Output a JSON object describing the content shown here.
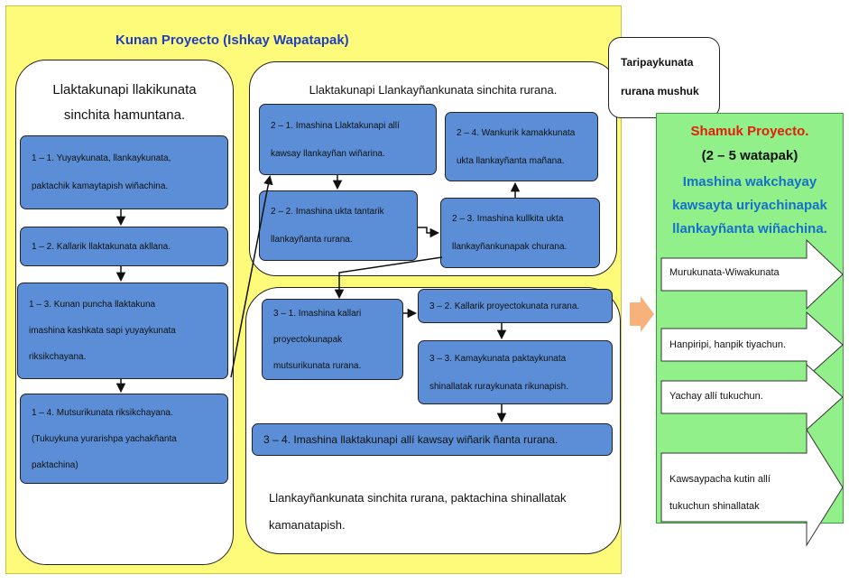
{
  "main_title": "Kunan Proyecto (Ishkay Wapatapak)",
  "left_box": {
    "title_lines": [
      "Llaktakunapi llakikunata",
      "sinchita hamuntana."
    ],
    "steps": [
      {
        "lines": [
          "1 – 1. Yuyaykunata, llankaykunata,",
          "paktachik kamaytapish wiñachina."
        ]
      },
      {
        "lines": [
          "1 – 2. Kallarik llaktakunata akllana."
        ]
      },
      {
        "lines": [
          "1 – 3. Kunan puncha llaktakuna",
          "imashina kashkata sapi yuyaykunata",
          "riksikchayana."
        ]
      },
      {
        "lines": [
          "1 – 4. Mutsurikunata riksikchayana.",
          "(Tukuykuna yurarishpa yachakñanta",
          "paktachina)"
        ]
      }
    ]
  },
  "upper_right_box": {
    "title": "Llaktakunapi Llankayñankunata sinchita rurana.",
    "steps": [
      {
        "lines": [
          "2 – 1. Imashina Llaktakunapi allí",
          "kawsay llankayñan wiñarina."
        ]
      },
      {
        "lines": [
          "2 – 2. Imashina ukta tantarik",
          "llankayñanta rurana."
        ]
      },
      {
        "lines": [
          "2 – 3. Imashina kullkita ukta",
          "llankayñankunapak churana."
        ]
      },
      {
        "lines": [
          "2 – 4. Wankurik kamakkunata",
          "ukta llankayñanta mañana."
        ]
      }
    ]
  },
  "lower_right_box": {
    "steps": [
      {
        "lines": [
          "3 – 1. Imashina kallari",
          "proyectokunapak",
          "mutsurikunata rurana."
        ]
      },
      {
        "lines": [
          "3 – 2. Kallarik proyectokunata rurana."
        ]
      },
      {
        "lines": [
          "3 – 3. Kamaykunata paktaykunata",
          "shinallatak ruraykunata rikunapish."
        ]
      },
      {
        "lines": [
          "3 – 4. Imashina llaktakunapi allí kawsay wiñarik ñanta rurana."
        ]
      }
    ],
    "footer_lines": [
      "Llankayñankunata sinchita rurana, paktachina shinallatak",
      "kamanatapish."
    ]
  },
  "side_note": {
    "lines": [
      "Taripaykunata",
      "rurana mushuk"
    ]
  },
  "future_panel": {
    "title": "Shamuk Proyecto.",
    "period": "(2 – 5 watapak)",
    "subtitle_lines": [
      "Imashina wakchayay",
      "kawsayta uriyachinapak",
      "llankayñanta wiñachina."
    ],
    "items": [
      {
        "lines": [
          "Murukunata-Wiwakunata"
        ]
      },
      {
        "lines": [
          "Hanpiripi, hanpik tiyachun."
        ]
      },
      {
        "lines": [
          "Yachay allí tukuchun."
        ]
      },
      {
        "lines": [
          "Kawsaypacha kutin allí",
          "tukuchun shinallatak"
        ]
      }
    ]
  },
  "colors": {
    "yellow": "#fffb7a",
    "blue_box": "#5b8ed6",
    "green": "#92f08a",
    "title_blue": "#1f3fbf",
    "future_title_red": "#e0200a",
    "future_subtitle_blue": "#1570c8",
    "orange_arrow": "#f7b27c"
  }
}
